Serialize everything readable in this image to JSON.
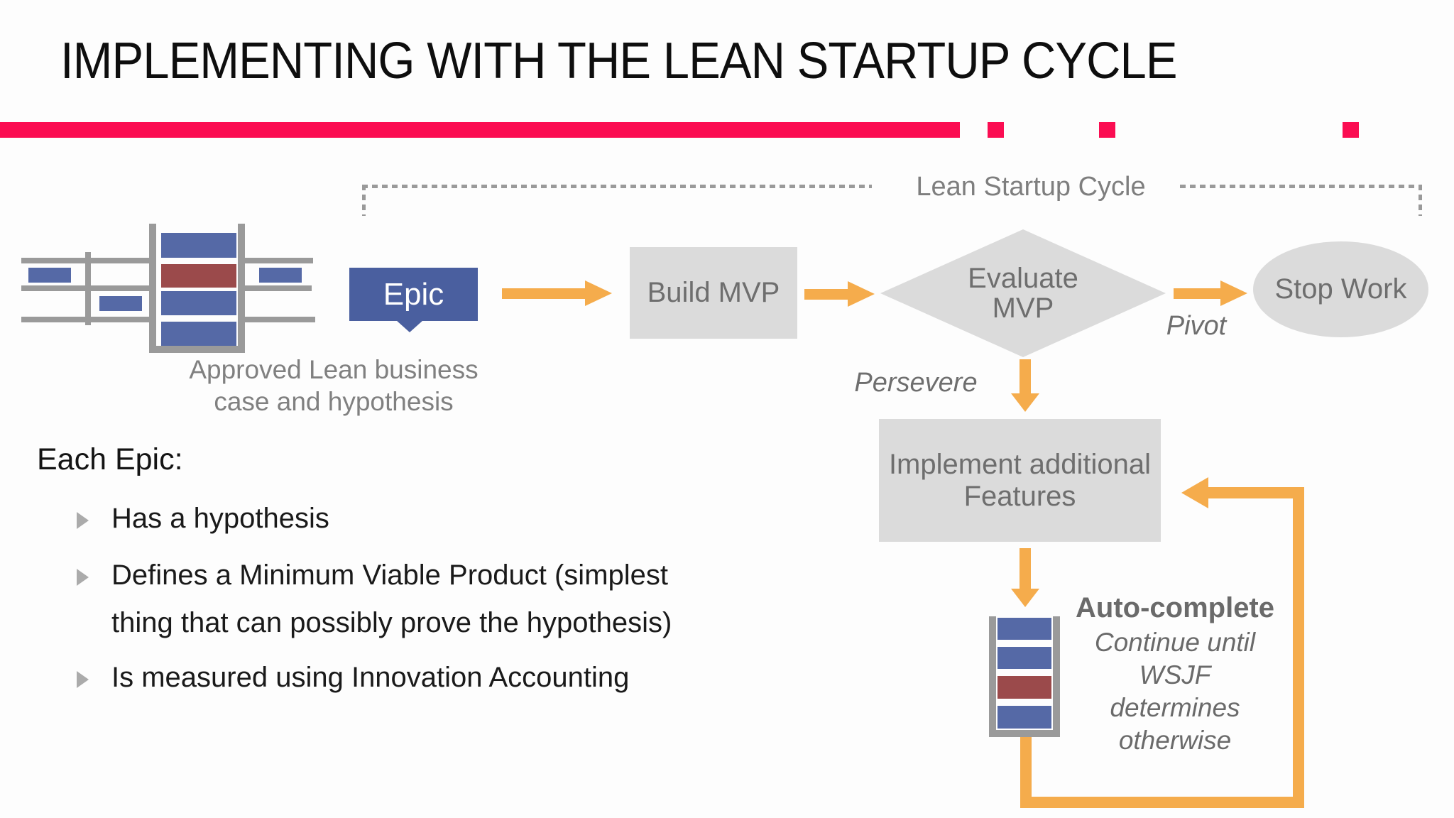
{
  "slide": {
    "title": "IMPLEMENTING WITH THE LEAN STARTUP CYCLE"
  },
  "cycle": {
    "label": "Lean Startup Cycle"
  },
  "flow": {
    "epic_label": "Epic",
    "epic_caption_line1": "Approved Lean business",
    "epic_caption_line2": "case and hypothesis",
    "build_label": "Build MVP",
    "evaluate_line1": "Evaluate",
    "evaluate_line2": "MVP",
    "pivot_label": "Pivot",
    "stop_label": "Stop Work",
    "persevere_label": "Persevere",
    "implement_line1": "Implement additional",
    "implement_line2": "Features",
    "auto_title": "Auto-complete",
    "auto_line1": "Continue until",
    "auto_line2": "WSJF",
    "auto_line3": "determines",
    "auto_line4": "otherwise"
  },
  "bullets": {
    "heading": "Each Epic:",
    "item1": "Has a hypothesis",
    "item2_line1": "Defines a Minimum Viable Product (simplest",
    "item2_line2": "thing that can possibly prove the hypothesis)",
    "item3": "Is measured using Innovation Accounting"
  },
  "colors": {
    "accent": "#fb0d52",
    "orange": "#f5ac4c",
    "box_fill": "#dbdbdb",
    "box_text": "#6e6e6e",
    "frame_gray": "#9a9a9a",
    "bar_blue": "#5569a6",
    "bar_red": "#9b4a4b",
    "epic_blue": "#4a5f9f"
  }
}
